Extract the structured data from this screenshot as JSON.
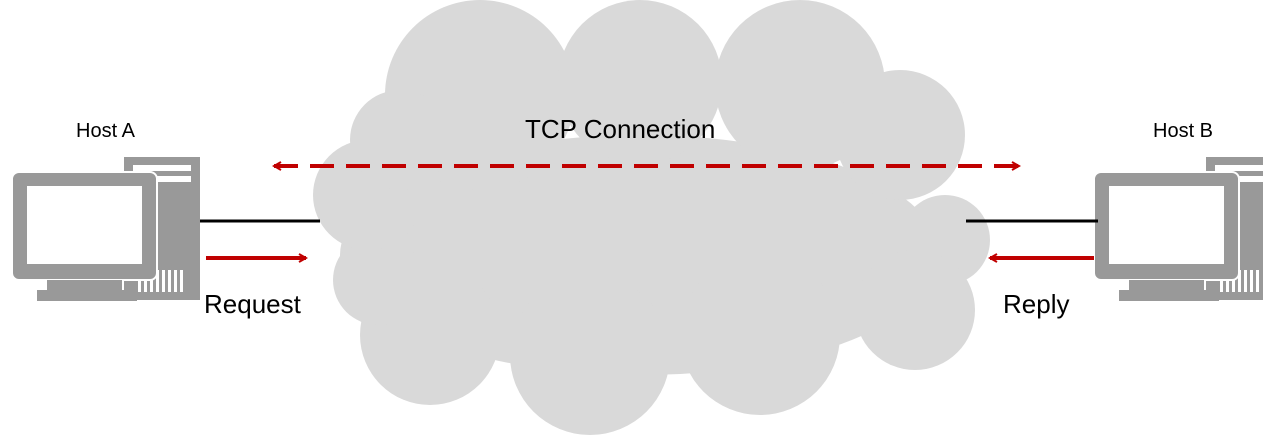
{
  "diagram": {
    "host_a": {
      "label": "Host A",
      "icon": "desktop-computer-icon"
    },
    "host_b": {
      "label": "Host B",
      "icon": "desktop-computer-icon"
    },
    "network": {
      "icon": "cloud-icon",
      "connection_label": "TCP Connection"
    },
    "messages": {
      "request_label": "Request",
      "reply_label": "Reply"
    },
    "colors": {
      "cloud": "#d9d9d9",
      "computer": "#999999",
      "arrow": "#c00000",
      "link": "#000000",
      "screen": "#ffffff"
    }
  }
}
